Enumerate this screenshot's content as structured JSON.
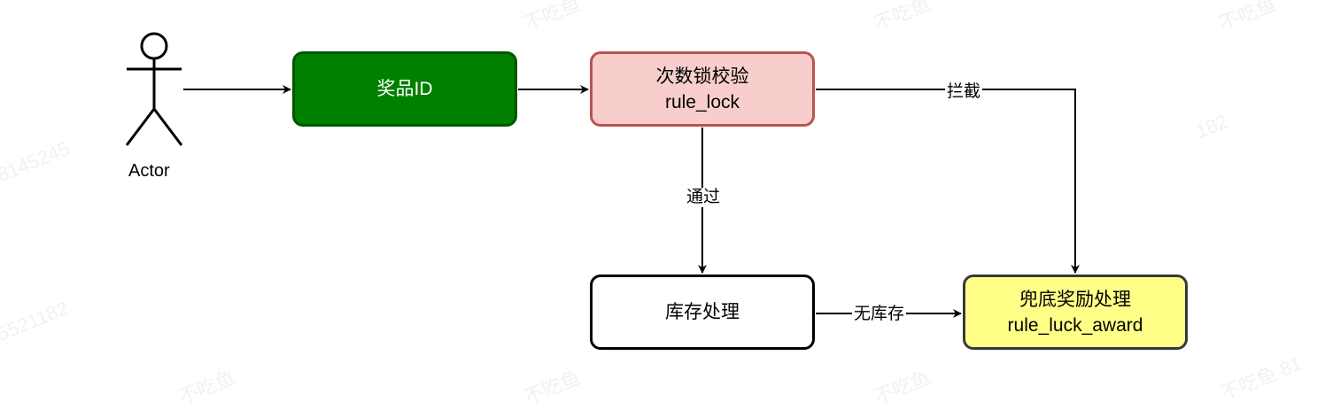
{
  "actor": {
    "label": "Actor"
  },
  "nodes": {
    "prize": {
      "line1": "奖品ID"
    },
    "lock": {
      "line1": "次数锁校验",
      "line2": "rule_lock"
    },
    "stock": {
      "line1": "库存处理"
    },
    "luck": {
      "line1": "兜底奖励处理",
      "line2": "rule_luck_award"
    }
  },
  "edges": {
    "block": "拦截",
    "pass": "通过",
    "no_stock": "无库存"
  },
  "colors": {
    "prize_fill": "#008000",
    "lock_fill": "#f8cecc",
    "lock_stroke": "#b85450",
    "luck_fill": "#ffff88"
  }
}
